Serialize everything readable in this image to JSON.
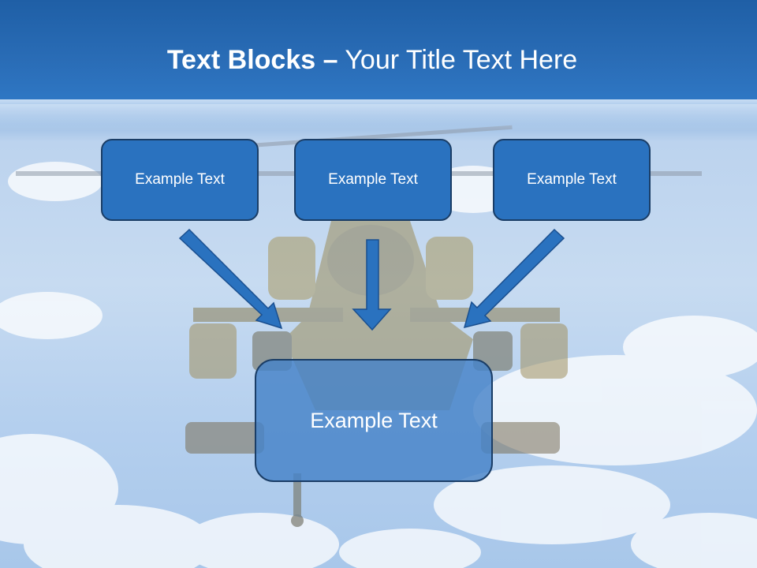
{
  "slide": {
    "title_bold": "Text Blocks",
    "title_separator": "–",
    "title_rest": "Your Title Text Here"
  },
  "blocks": [
    {
      "label": "Example Text"
    },
    {
      "label": "Example Text"
    },
    {
      "label": "Example Text"
    }
  ],
  "main_block": {
    "label": "Example Text"
  },
  "colors": {
    "header": "#2a6db7",
    "block_fill": "#2a72bf",
    "block_border": "#1a3d66",
    "main_block_fill": "#4682c8",
    "arrow": "#2a72bf"
  },
  "background": {
    "image": "helicopter-in-sky"
  }
}
